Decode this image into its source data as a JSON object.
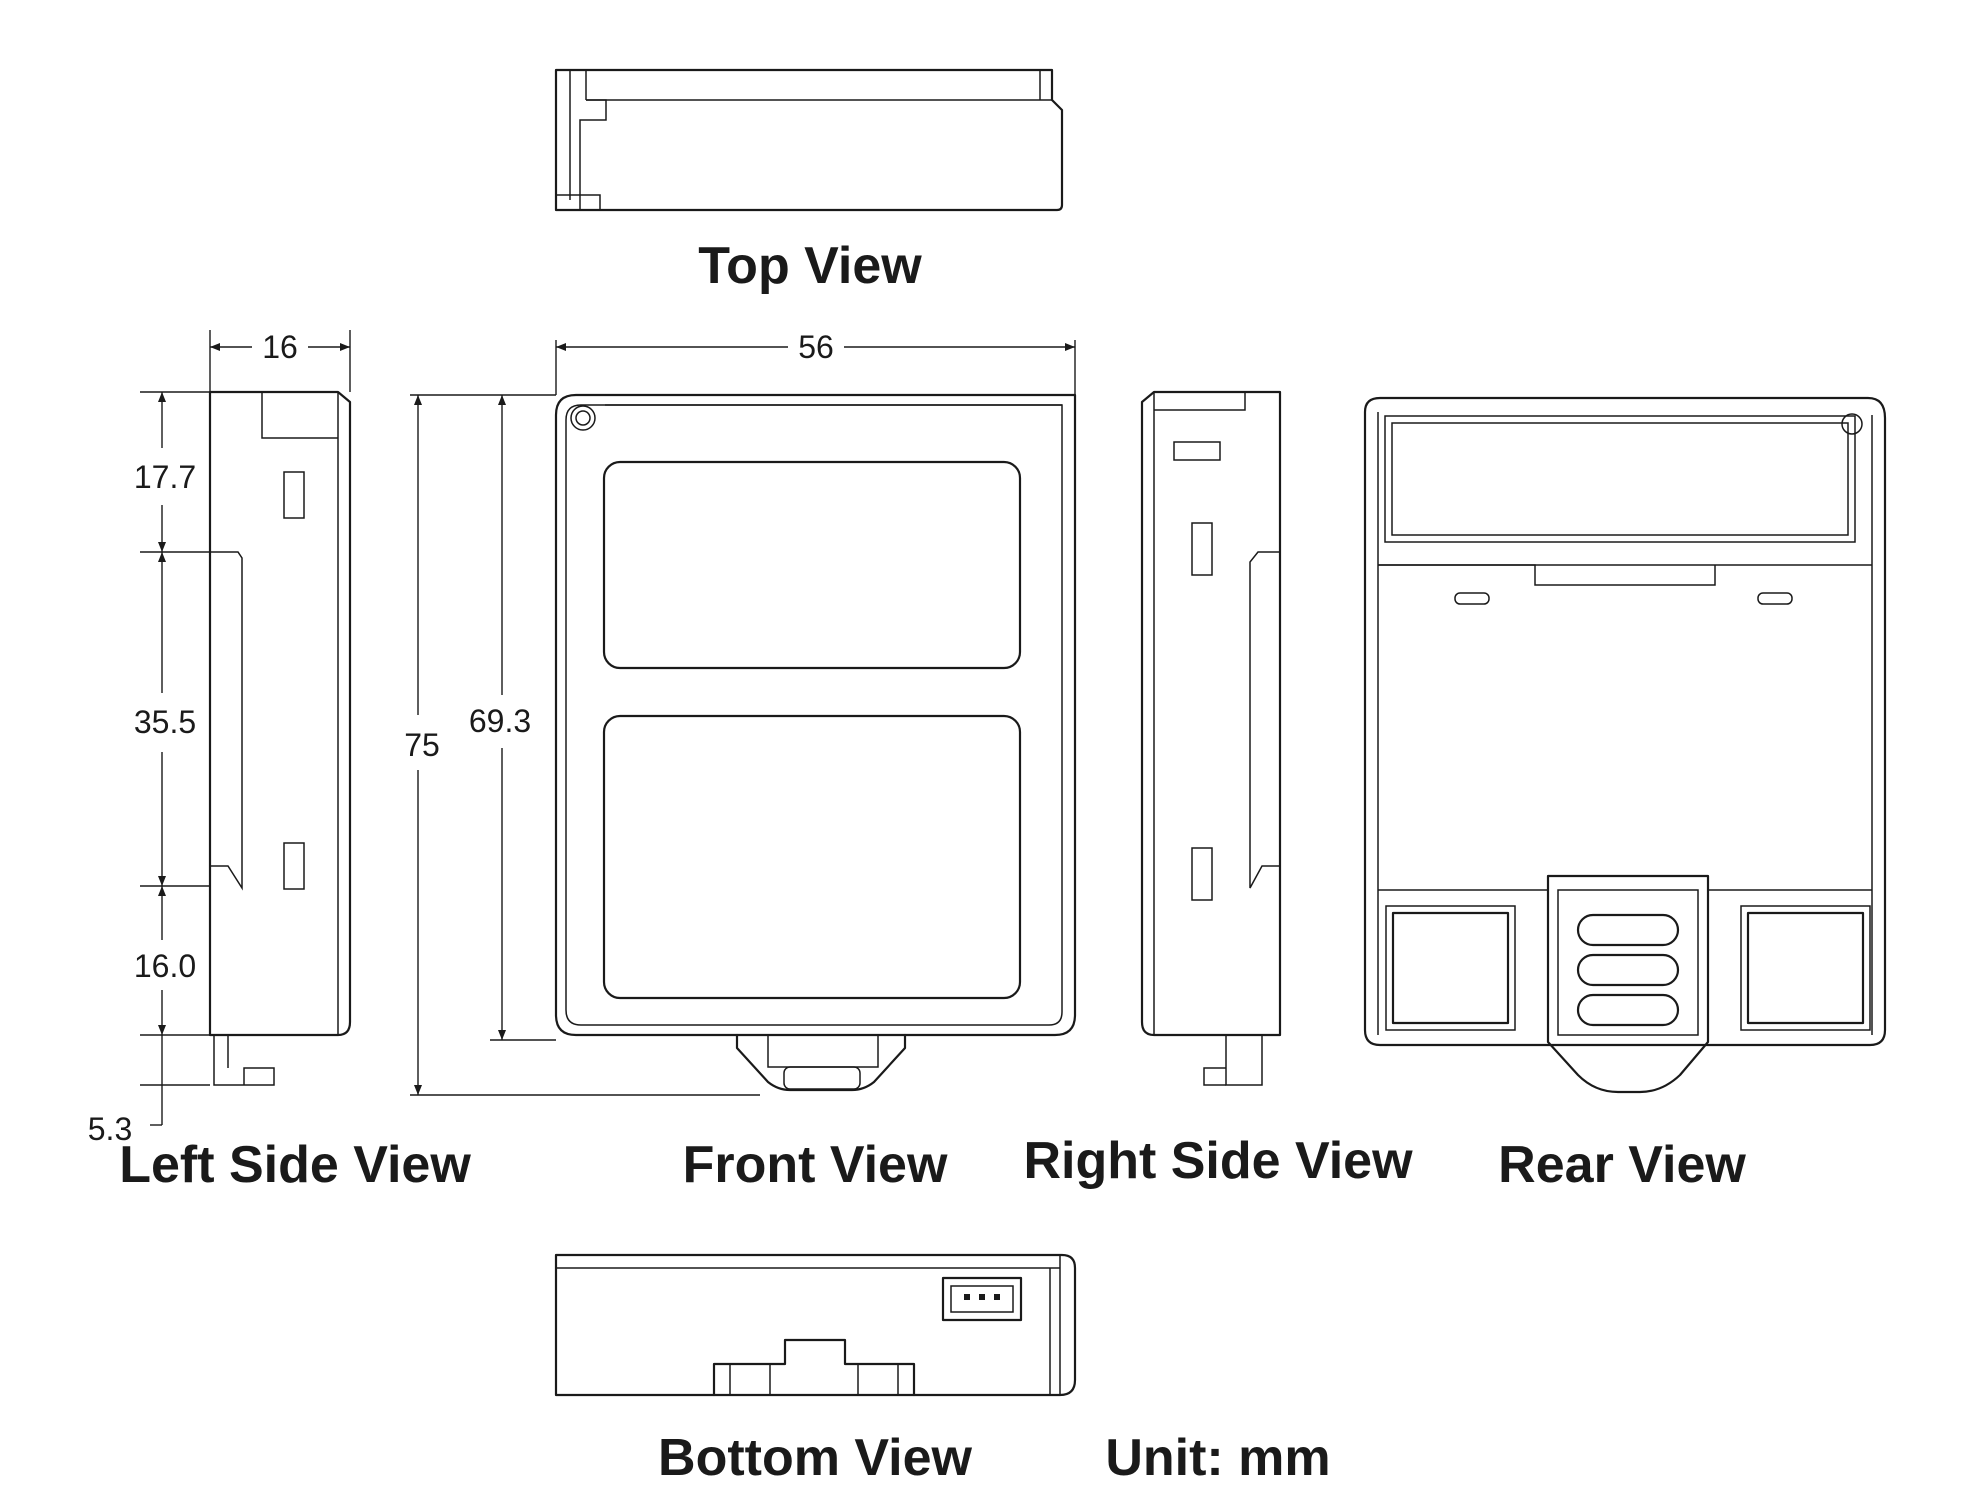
{
  "views": {
    "top": "Top View",
    "left_side": "Left Side View",
    "front": "Front View",
    "right_side": "Right Side View",
    "rear": "Rear View",
    "bottom": "Bottom View"
  },
  "unit_label": "Unit: mm",
  "dimensions": {
    "width": "56",
    "depth": "16",
    "height_total": "75",
    "height_body": "69.3",
    "left_segment_1": "17.7",
    "left_segment_2": "35.5",
    "left_segment_3": "16.0",
    "left_segment_4": "5.3"
  }
}
